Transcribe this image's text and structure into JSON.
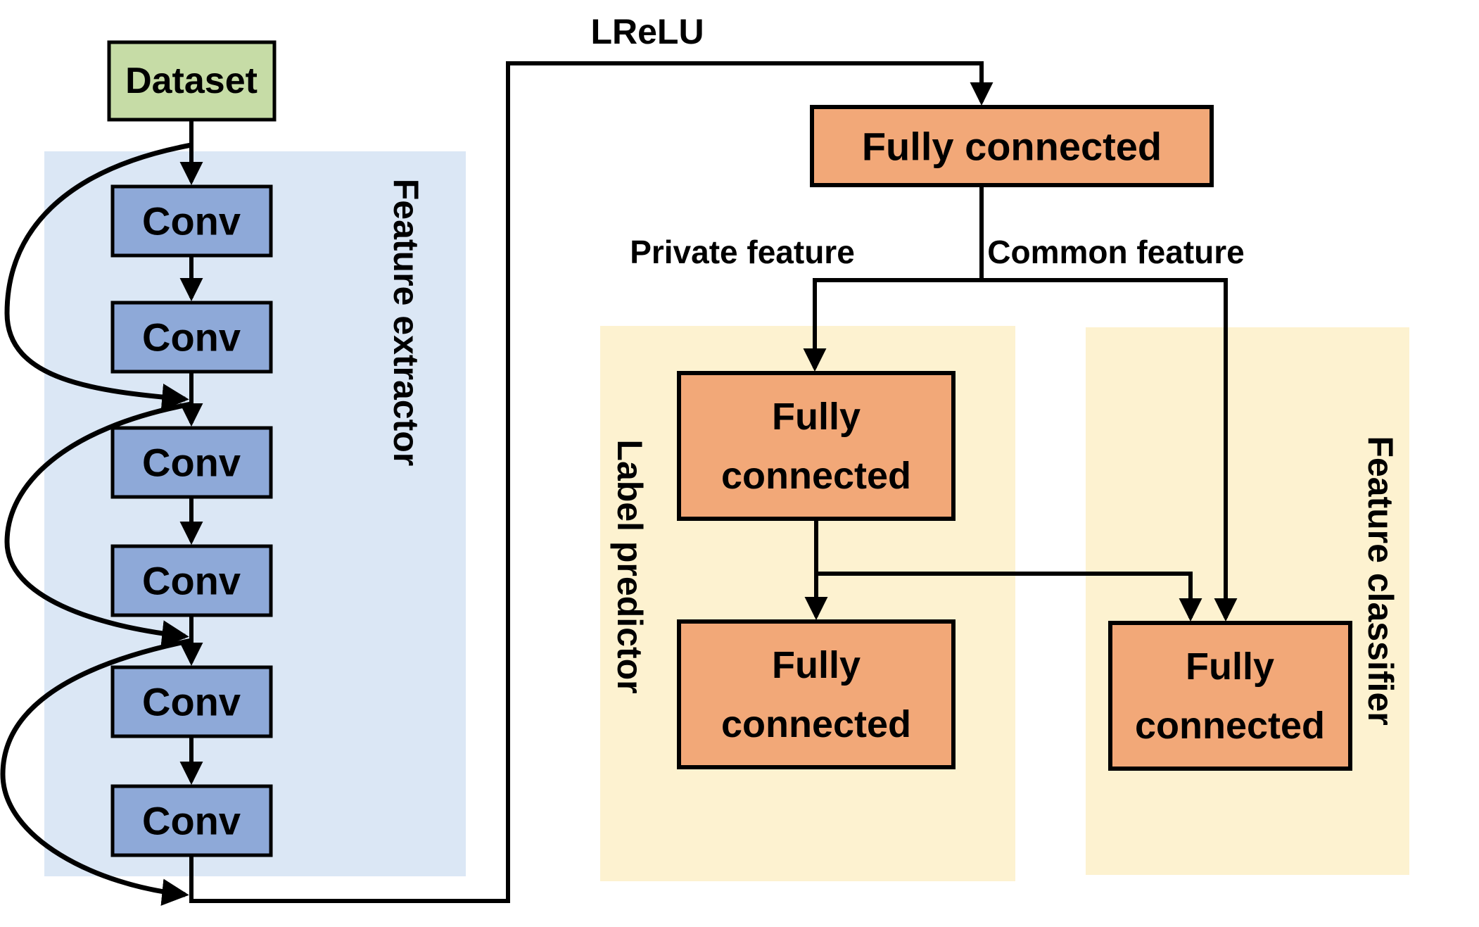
{
  "diagram": {
    "dataset": {
      "label": "Dataset"
    },
    "feature_extractor": {
      "label": "Feature extractor",
      "conv_layers": [
        "Conv",
        "Conv",
        "Conv",
        "Conv",
        "Conv",
        "Conv"
      ]
    },
    "activation_label": "LReLU",
    "fully_connected_top": {
      "label": "Fully connected"
    },
    "branch_labels": {
      "private": "Private feature",
      "common": "Common feature"
    },
    "label_predictor": {
      "label": "Label predictor",
      "fc1": {
        "line1": "Fully",
        "line2": "connected"
      },
      "fc2": {
        "line1": "Fully",
        "line2": "connected"
      }
    },
    "feature_classifier": {
      "label": "Feature classifier",
      "fc": {
        "line1": "Fully",
        "line2": "connected"
      }
    }
  },
  "colors": {
    "background": "#ffffff",
    "dataset_fill": "#c6dca6",
    "conv_fill": "#8ea9d8",
    "extractor_panel_fill": "#dbe7f5",
    "side_panel_fill": "#fdf2d0",
    "fc_fill": "#f2a878",
    "stroke": "#000000",
    "text": "#000000"
  }
}
